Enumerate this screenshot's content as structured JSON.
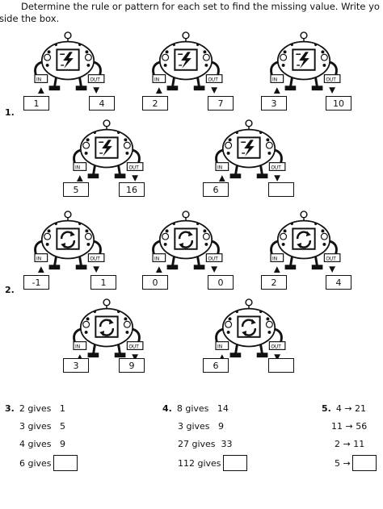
{
  "instructions": {
    "line1": "Determine the rule or pattern for each set to find the missing value. Write yo",
    "line2": "side the box."
  },
  "machine_labels": {
    "in": "IN",
    "out": "OUT"
  },
  "icons": {
    "machine_1": "lightning-bolt-icon",
    "machine_2": "circular-arrows-icon"
  },
  "set1": {
    "number": "1.",
    "pairs": [
      {
        "in": "1",
        "out": "4"
      },
      {
        "in": "2",
        "out": "7"
      },
      {
        "in": "3",
        "out": "10"
      },
      {
        "in": "5",
        "out": "16"
      },
      {
        "in": "6",
        "out": ""
      }
    ]
  },
  "set2": {
    "number": "2.",
    "pairs": [
      {
        "in": "-1",
        "out": "1"
      },
      {
        "in": "0",
        "out": "0"
      },
      {
        "in": "2",
        "out": "4"
      },
      {
        "in": "3",
        "out": "9"
      },
      {
        "in": "6",
        "out": ""
      }
    ]
  },
  "problem3": {
    "number": "3.",
    "rows": [
      "2 gives   1",
      "3 gives   5",
      "4 gives   9",
      "6 gives"
    ]
  },
  "problem4": {
    "number": "4.",
    "rows": [
      "8 gives   14",
      "3 gives   9",
      "27 gives  33",
      "112 gives"
    ]
  },
  "problem5": {
    "number": "5.",
    "rows": [
      "4 → 21",
      "11 → 56",
      "2 → 11",
      "5 →"
    ]
  }
}
